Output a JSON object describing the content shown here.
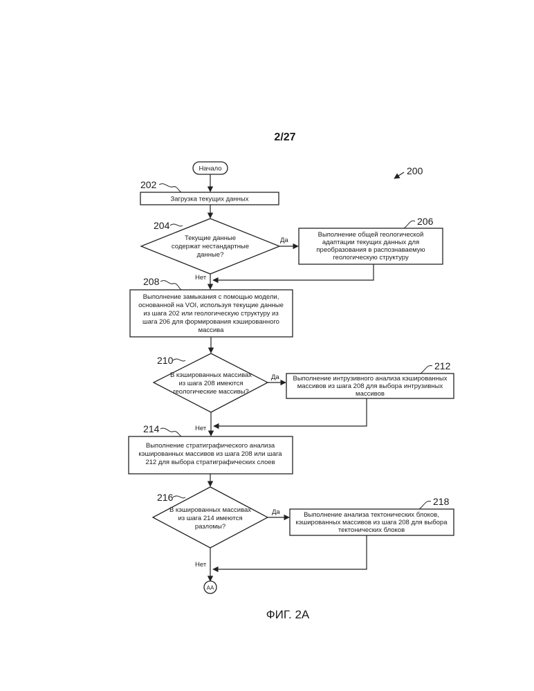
{
  "page_number": "2/27",
  "figure_caption": "ФИГ. 2А",
  "diagram_ref": "200",
  "start_label": "Начало",
  "connector_label": "AA",
  "steps": {
    "s202": {
      "num": "202",
      "lines": [
        "Загрузка текущих данных"
      ]
    },
    "s204": {
      "num": "204",
      "lines": [
        "Текущие данные",
        "содержат нестандартные",
        "данные?"
      ]
    },
    "s206": {
      "num": "206",
      "lines": [
        "Выполнение общей геологической",
        "адаптации текущих данных для",
        "преобразования в распознаваемую",
        "геологическую структуру"
      ]
    },
    "s208": {
      "num": "208",
      "lines": [
        "Выполнение замыкания с помощью модели,",
        "основанной на VOI, используя текущие данные",
        "из шага 202 или геологическую структуру из",
        "шага 206 для формирования кэшированного",
        "массива"
      ]
    },
    "s210": {
      "num": "210",
      "lines": [
        "В кэшированных массивах",
        "из шага 208 имеются",
        "геологические массивы?"
      ]
    },
    "s212": {
      "num": "212",
      "lines": [
        "Выполнение интрузивного анализа кэшированных",
        "массивов из шага 208 для выбора интрузивных",
        "массивов"
      ]
    },
    "s214": {
      "num": "214",
      "lines": [
        "Выполнение стратиграфического анализа",
        "кэшированных массивов из шага 208 или шага",
        "212 для выбора стратиграфических слоев"
      ]
    },
    "s216": {
      "num": "216",
      "lines": [
        "В кэшированных массивах",
        "из шага 214 имеются",
        "разломы?"
      ]
    },
    "s218": {
      "num": "218",
      "lines": [
        "Выполнение анализа тектонических блоков,",
        "кэшированных массивов из шага 208 для выбора",
        "тектонических блоков"
      ]
    }
  },
  "labels": {
    "yes": "Да",
    "no": "Нет"
  }
}
